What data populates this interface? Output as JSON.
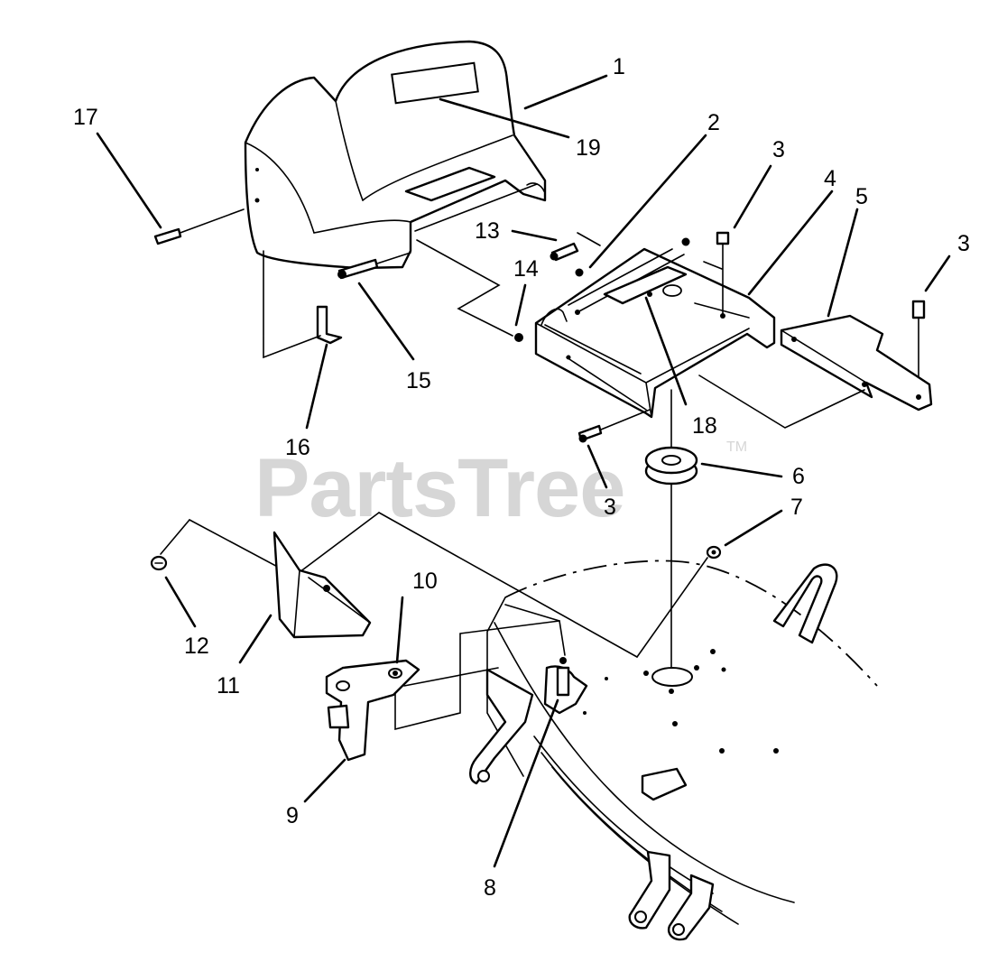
{
  "watermark": {
    "text": "PartsTree",
    "trademark": "TM",
    "color": "#d6d6d6"
  },
  "callouts": [
    "1",
    "2",
    "3",
    "3",
    "3",
    "4",
    "5",
    "6",
    "7",
    "8",
    "9",
    "10",
    "11",
    "12",
    "13",
    "14",
    "15",
    "16",
    "17",
    "18",
    "19"
  ],
  "colors": {
    "line": "#000000",
    "background": "#ffffff"
  }
}
